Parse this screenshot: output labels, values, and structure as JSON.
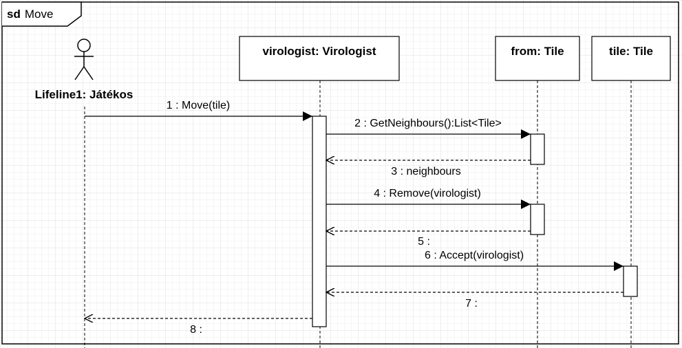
{
  "frame": {
    "keyword": "sd",
    "name": "Move"
  },
  "actor": {
    "label": "Lifeline1: Játékos"
  },
  "lifelines": [
    {
      "id": "virologist",
      "label": "virologist: Virologist"
    },
    {
      "id": "from",
      "label": "from: Tile"
    },
    {
      "id": "tile",
      "label": "tile: Tile"
    }
  ],
  "messages": [
    {
      "label": "1 : Move(tile)",
      "type": "sync"
    },
    {
      "label": "2 : GetNeighbours():List<Tile>",
      "type": "sync"
    },
    {
      "label": "3 : neighbours",
      "type": "return"
    },
    {
      "label": "4 : Remove(virologist)",
      "type": "sync"
    },
    {
      "label": "5 :",
      "type": "return"
    },
    {
      "label": "6 : Accept(virologist)",
      "type": "sync"
    },
    {
      "label": "7 :",
      "type": "return"
    },
    {
      "label": "8 :",
      "type": "return"
    }
  ]
}
